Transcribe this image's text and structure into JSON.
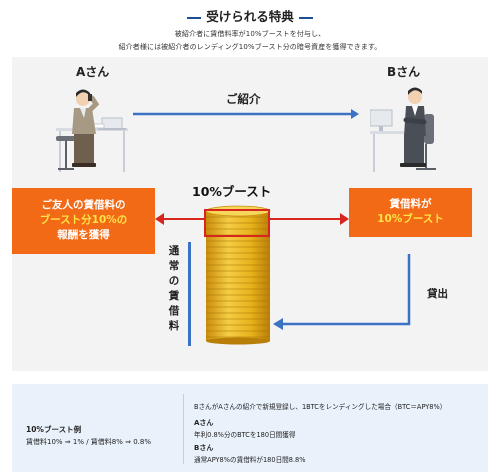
{
  "header": {
    "title": "受けられる特典",
    "description_line1": "被紹介者に賃借料率が10%ブーストを付与し、",
    "description_line2": "紹介者様には被紹介者のレンディング10%ブースト分の暗号資産を獲得できます。"
  },
  "diagram": {
    "person_a_label": "Aさん",
    "person_b_label": "Bさん",
    "referral_label": "ご紹介",
    "boost_title": "10%ブースト",
    "left_box": {
      "line1": "ご友人の賃借料の",
      "line2": "ブースト分10%の",
      "line3": "報酬を獲得"
    },
    "right_box": {
      "line1": "賃借料が",
      "line2": "10%ブースト"
    },
    "vertical_label": "通常の賃借料",
    "lend_label": "貸出",
    "colors": {
      "orange": "#f26a16",
      "highlight_yellow": "#ffe347",
      "arrow_blue": "#3c72c4",
      "arrow_red": "#d7261e",
      "coin_gold": "#e8b21c"
    }
  },
  "example": {
    "title": "10%ブースト例",
    "formula": "賃借料10% ⇒ 1% / 賃借料8% ⇒ 0.8%",
    "condition": "BさんがAさんの紹介で新規登録し、1BTCをレンディングした場合（BTC＝APY8%）",
    "a_title": "Aさん",
    "a_text": "年利0.8%分のBTCを180日間獲得",
    "b_title": "Bさん",
    "b_text": "通常APY8%の賃借料が180日間8.8%"
  }
}
